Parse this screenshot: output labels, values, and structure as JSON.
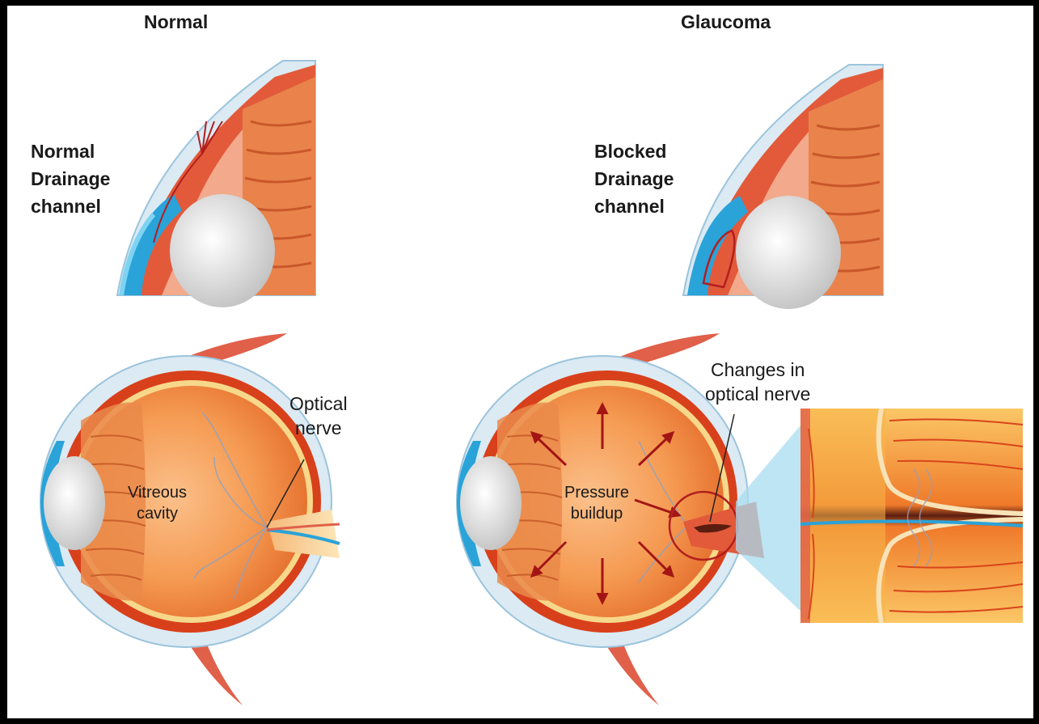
{
  "panels": {
    "normal": {
      "heading": "Normal",
      "drainage_label": [
        "Normal",
        "Drainage",
        "channel"
      ],
      "cavity_label": [
        "Vitreous",
        "cavity"
      ],
      "nerve_label": [
        "Optical",
        "nerve"
      ]
    },
    "glaucoma": {
      "heading": "Glaucoma",
      "drainage_label": [
        "Blocked",
        "Drainage",
        "channel"
      ],
      "pressure_label": [
        "Pressure",
        "buildup"
      ],
      "nerve_label": [
        "Changes in",
        "optical nerve"
      ]
    }
  },
  "colors": {
    "sclera": "#dbeaf3",
    "choroid": "#e64a19",
    "vitreous": "#f5a15c",
    "lens": "#e8e8e8",
    "cornea": "#4fc3f7",
    "arrow": "#a31515",
    "muscle": "#e0604a"
  }
}
